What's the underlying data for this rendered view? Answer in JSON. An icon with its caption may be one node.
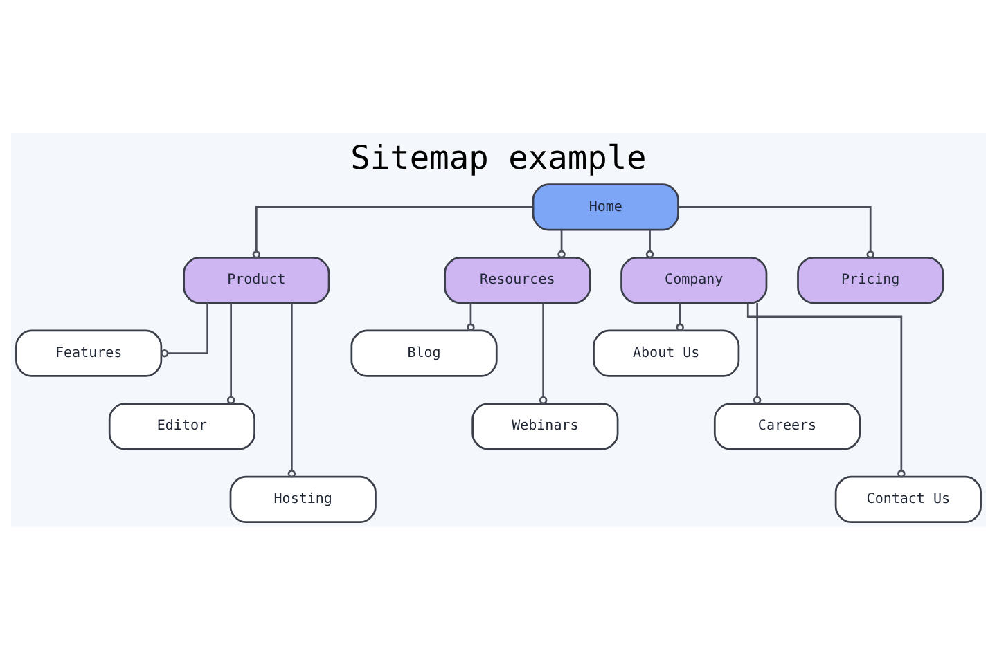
{
  "diagram": {
    "title": "Sitemap example",
    "nodes": [
      {
        "text": [
          "Home"
        ]
      },
      {
        "text": [
          "Product"
        ]
      },
      {
        "text": [
          "Resources"
        ]
      },
      {
        "text": [
          "Company"
        ]
      },
      {
        "text": [
          "Pricing"
        ]
      },
      {
        "text": [
          "Features"
        ]
      },
      {
        "text": [
          "Editor"
        ]
      },
      {
        "text": [
          "Hosting"
        ]
      },
      {
        "text": [
          "Blog"
        ]
      },
      {
        "text": [
          "Webinars"
        ]
      },
      {
        "text": [
          "About Us"
        ]
      },
      {
        "text": [
          "Careers"
        ]
      },
      {
        "text": [
          "Contact Us"
        ]
      }
    ],
    "edges": [
      {
        "from": 0,
        "to": 1,
        "arrow": "other"
      },
      {
        "from": 0,
        "to": 2,
        "arrow": "other"
      },
      {
        "from": 0,
        "to": 3,
        "arrow": "other"
      },
      {
        "from": 0,
        "to": 4,
        "arrow": "other"
      },
      {
        "from": 1,
        "to": 5,
        "arrow": "other"
      },
      {
        "from": 1,
        "to": 6,
        "arrow": "other"
      },
      {
        "from": 1,
        "to": 7,
        "arrow": "other"
      },
      {
        "from": 2,
        "to": 8,
        "arrow": "other"
      },
      {
        "from": 2,
        "to": 9,
        "arrow": "other"
      },
      {
        "from": 3,
        "to": 10,
        "arrow": "other"
      },
      {
        "from": 3,
        "to": 11,
        "arrow": "other"
      },
      {
        "from": 3,
        "to": 12,
        "arrow": "other"
      }
    ]
  }
}
